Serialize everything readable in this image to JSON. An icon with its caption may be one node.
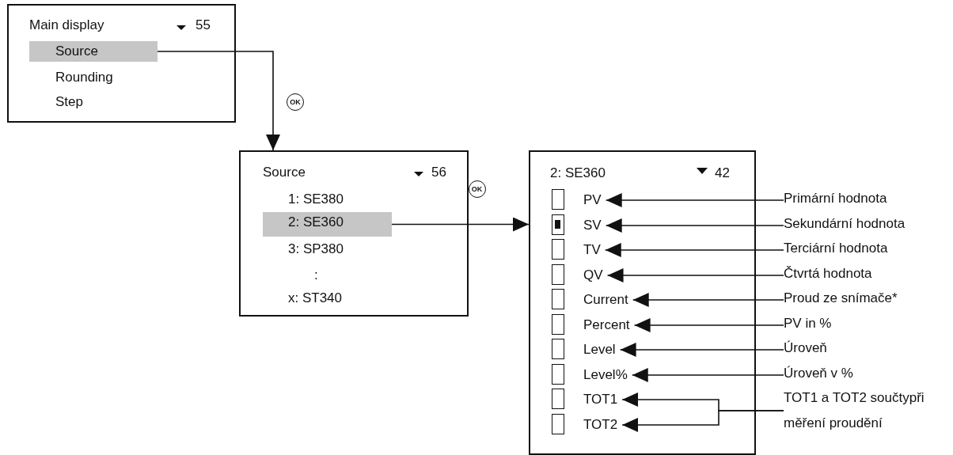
{
  "diagram": {
    "nodes": [
      {
        "text": [
          "Main display",
          "55"
        ]
      },
      {
        "text": [
          "Source"
        ],
        "in": 0
      },
      {
        "text": [
          "Rounding"
        ],
        "in": 0
      },
      {
        "text": [
          "Step"
        ],
        "in": 0
      },
      {
        "text": [
          "Source",
          "56"
        ]
      },
      {
        "text": [
          "1: SE380"
        ],
        "in": 4
      },
      {
        "text": [
          "2: SE360"
        ],
        "in": 4
      },
      {
        "text": [
          "3: SP380"
        ],
        "in": 4
      },
      {
        "text": [
          ":"
        ],
        "in": 4
      },
      {
        "text": [
          "x: ST340"
        ],
        "in": 4
      },
      {
        "text": [
          "2: SE360",
          "42"
        ]
      },
      {
        "text": [
          "PV"
        ],
        "in": 10
      },
      {
        "text": [
          "SV"
        ],
        "in": 10
      },
      {
        "text": [
          "TV"
        ],
        "in": 10
      },
      {
        "text": [
          "QV"
        ],
        "in": 10
      },
      {
        "text": [
          "Current"
        ],
        "in": 10
      },
      {
        "text": [
          "Percent"
        ],
        "in": 10
      },
      {
        "text": [
          "Level"
        ],
        "in": 10
      },
      {
        "text": [
          "Level%"
        ],
        "in": 10
      },
      {
        "text": [
          "TOT1"
        ],
        "in": 10
      },
      {
        "text": [
          "TOT2"
        ],
        "in": 10
      },
      {
        "text": [
          "Primární hodnota"
        ]
      },
      {
        "text": [
          "Sekundární hodnota"
        ]
      },
      {
        "text": [
          "Terciární hodnota"
        ]
      },
      {
        "text": [
          "Čtvrtá hodnota"
        ]
      },
      {
        "text": [
          "Proud ze snímače*"
        ]
      },
      {
        "text": [
          "PV in %"
        ]
      },
      {
        "text": [
          "Úroveň"
        ]
      },
      {
        "text": [
          "Úroveň v %"
        ]
      },
      {
        "text": [
          "TOT1 a TOT2 součtypři měření proudění"
        ]
      }
    ],
    "edges": [
      {
        "from": 1,
        "to": 4,
        "arrow": "to",
        "label": "OK"
      },
      {
        "from": 6,
        "to": 10,
        "arrow": "to",
        "label": "OK"
      },
      {
        "from": 21,
        "to": 11,
        "arrow": "to"
      },
      {
        "from": 22,
        "to": 12,
        "arrow": "to"
      },
      {
        "from": 23,
        "to": 13,
        "arrow": "to"
      },
      {
        "from": 24,
        "to": 14,
        "arrow": "to"
      },
      {
        "from": 25,
        "to": 15,
        "arrow": "to"
      },
      {
        "from": 26,
        "to": 16,
        "arrow": "to"
      },
      {
        "from": 27,
        "to": 17,
        "arrow": "to"
      },
      {
        "from": 28,
        "to": 18,
        "arrow": "to"
      },
      {
        "from": 29,
        "to": 19,
        "arrow": "to"
      },
      {
        "from": 29,
        "to": 20,
        "arrow": "to"
      }
    ]
  }
}
